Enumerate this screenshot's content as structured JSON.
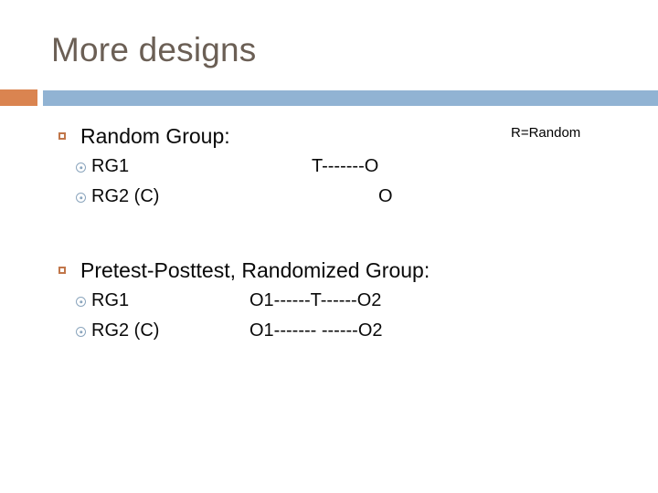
{
  "slide": {
    "title": "More designs",
    "legend_note": "R=Random",
    "colors": {
      "title": "#6b5f55",
      "accent_orange": "#da8450",
      "accent_blue": "#91b3d3",
      "bullet_level1": "#c1764a",
      "bullet_level2": "#8ba5bd",
      "body_text": "#0a0a0a"
    },
    "bullet_icons": {
      "level1": "hollow-square-bullet",
      "level2": "ring-dot-bullet"
    },
    "sections": [
      {
        "heading": "Random Group:",
        "rows": [
          {
            "label": "RG1",
            "notation": "T-------O"
          },
          {
            "label": "RG2 (C)",
            "notation": "O"
          }
        ]
      },
      {
        "heading": "Pretest-Posttest, Randomized Group:",
        "rows": [
          {
            "label": "RG1",
            "notation": "O1------T------O2"
          },
          {
            "label": "RG2 (C)",
            "notation": "O1------- ------O2"
          }
        ]
      }
    ]
  }
}
